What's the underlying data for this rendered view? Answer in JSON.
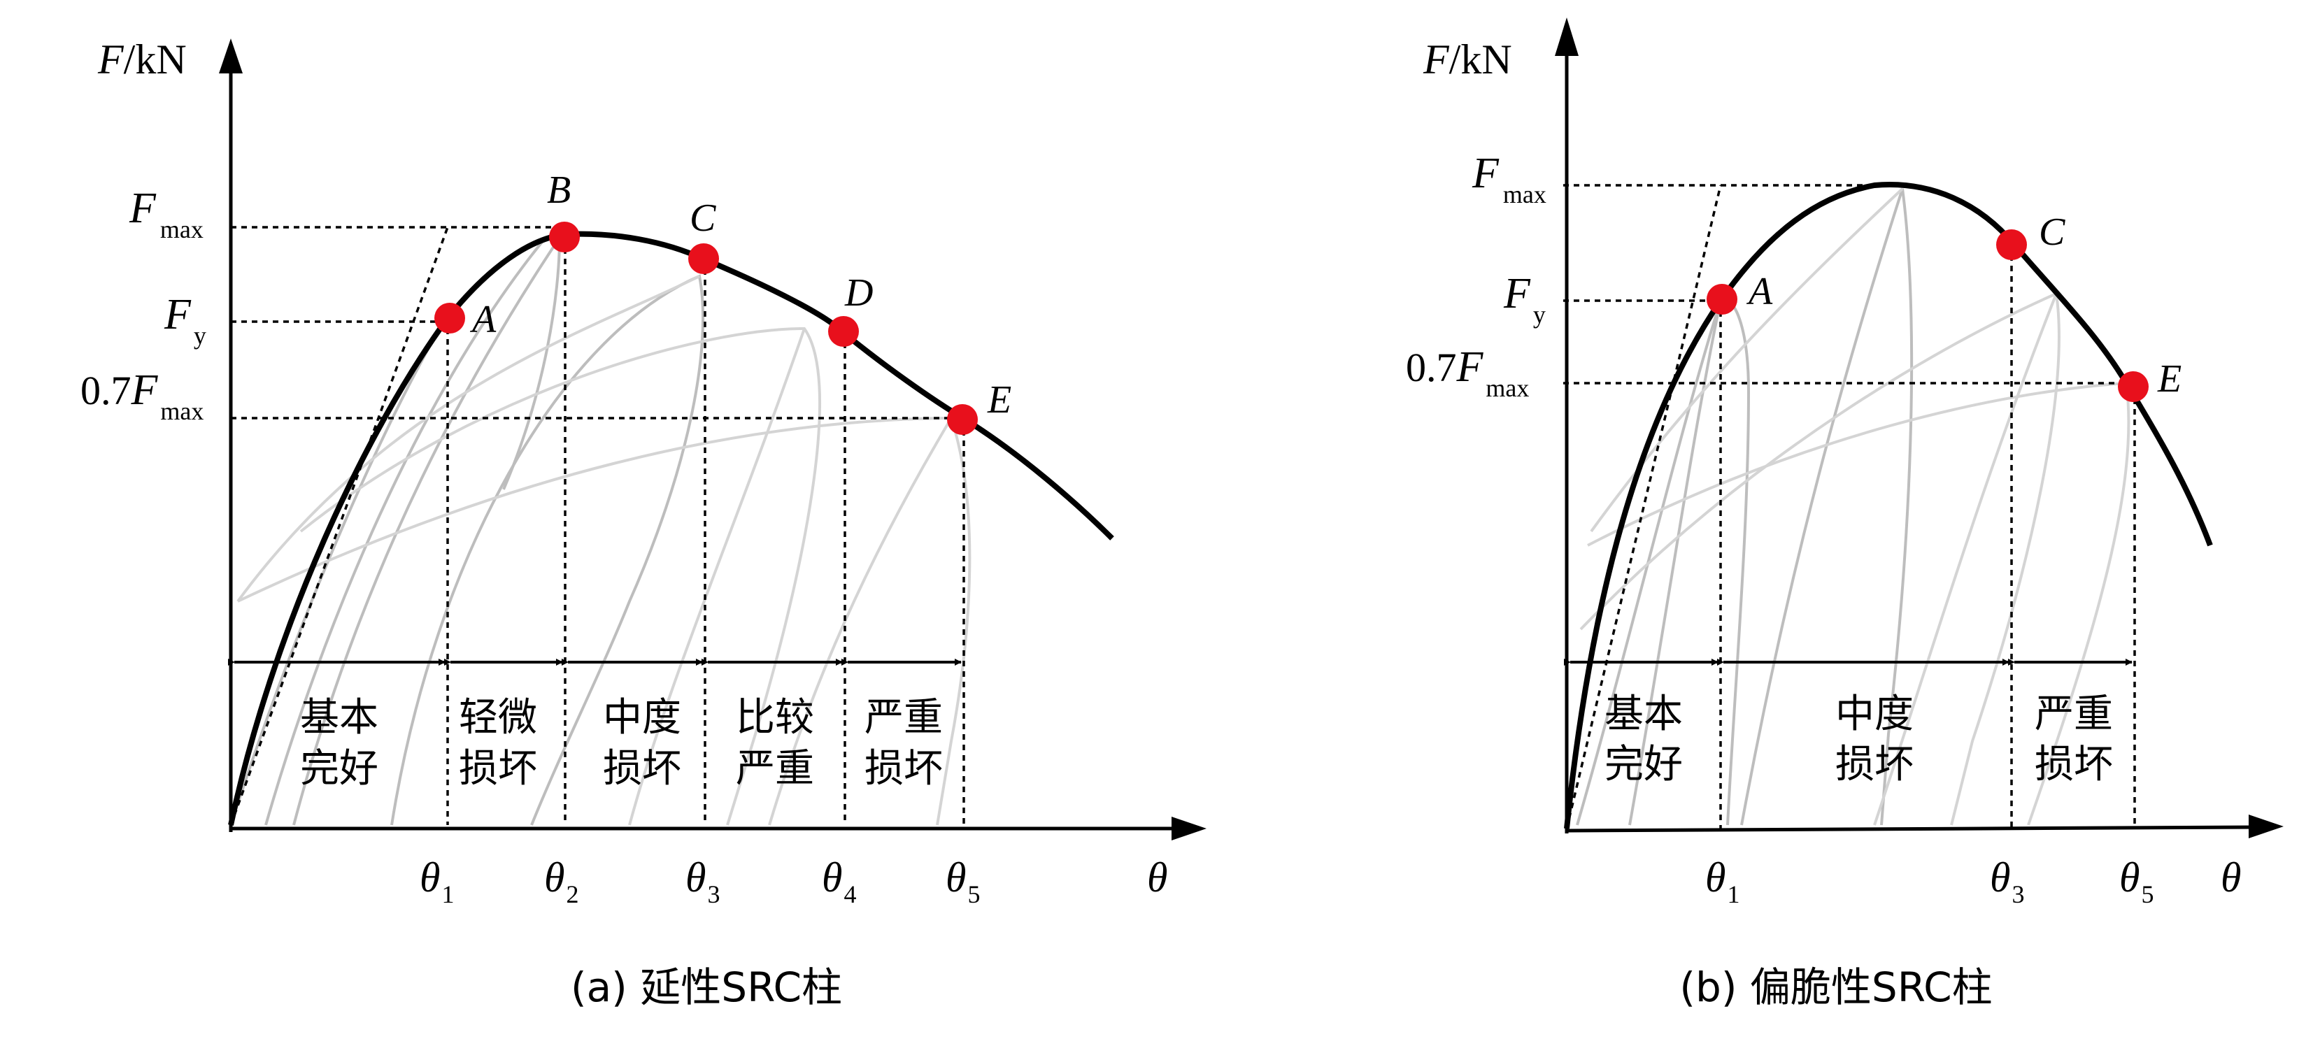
{
  "left": {
    "y_label_var": "F",
    "y_label_unit": "/kN",
    "x_label": "θ",
    "f_max": {
      "main": "F",
      "sub": "max"
    },
    "f_y": {
      "main": "F",
      "sub": "y"
    },
    "f_07": {
      "pre": "0.7",
      "main": "F",
      "sub": "max"
    },
    "points": [
      "A",
      "B",
      "C",
      "D",
      "E"
    ],
    "thetas": [
      {
        "main": "θ",
        "sub": "1"
      },
      {
        "main": "θ",
        "sub": "2"
      },
      {
        "main": "θ",
        "sub": "3"
      },
      {
        "main": "θ",
        "sub": "4"
      },
      {
        "main": "θ",
        "sub": "5"
      }
    ],
    "states": [
      [
        "基本",
        "完好"
      ],
      [
        "轻微",
        "损坏"
      ],
      [
        "中度",
        "损坏"
      ],
      [
        "比较",
        "严重"
      ],
      [
        "严重",
        "损坏"
      ]
    ],
    "caption": "(a) 延性SRC柱"
  },
  "right": {
    "y_label_var": "F",
    "y_label_unit": "/kN",
    "x_label": "θ",
    "f_max": {
      "main": "F",
      "sub": "max"
    },
    "f_y": {
      "main": "F",
      "sub": "y"
    },
    "f_07": {
      "pre": "0.7",
      "main": "F",
      "sub": "max"
    },
    "points": [
      "A",
      "C",
      "E"
    ],
    "thetas": [
      {
        "main": "θ",
        "sub": "1"
      },
      {
        "main": "θ",
        "sub": "3"
      },
      {
        "main": "θ",
        "sub": "5"
      }
    ],
    "states": [
      [
        "基本",
        "完好"
      ],
      [
        "中度",
        "损坏"
      ],
      [
        "严重",
        "损坏"
      ]
    ],
    "caption": "(b) 偏脆性SRC柱"
  },
  "colors": {
    "point": "#e8101c",
    "curve": "#000000",
    "hysteresis": "#bdbdbd"
  }
}
